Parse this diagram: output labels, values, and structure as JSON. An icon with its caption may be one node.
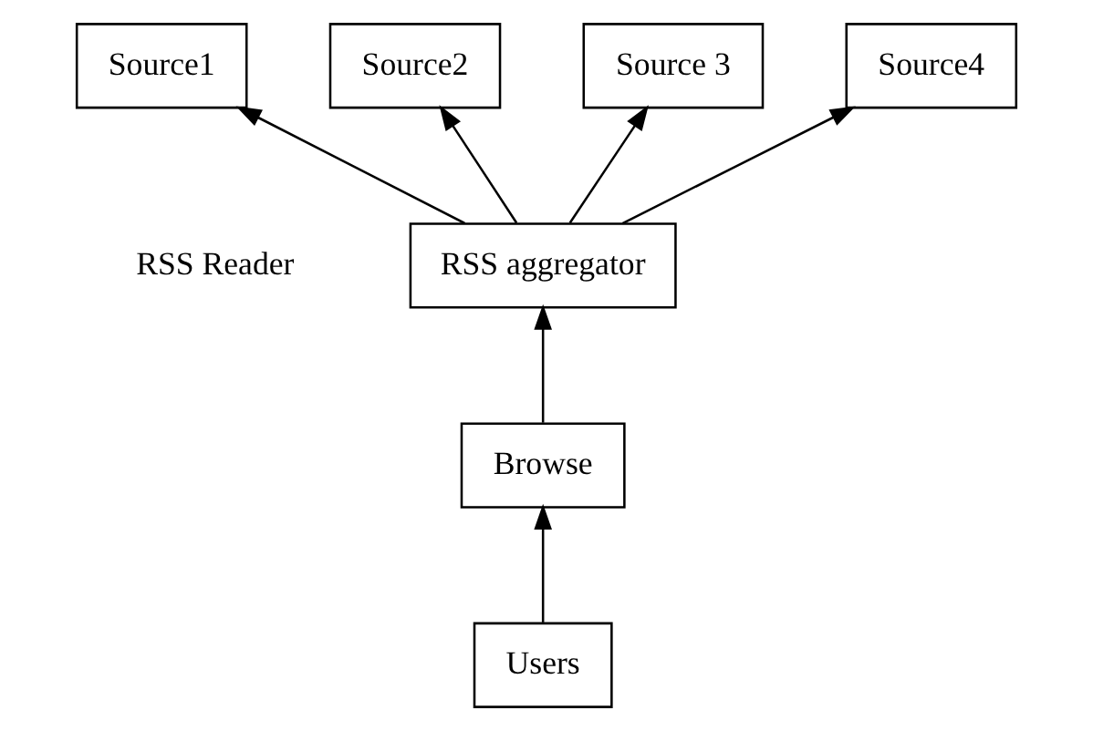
{
  "diagram": {
    "nodes": [
      {
        "text": [
          "Source1"
        ]
      },
      {
        "text": [
          "Source2"
        ]
      },
      {
        "text": [
          "Source 3"
        ]
      },
      {
        "text": [
          "Source4"
        ]
      },
      {
        "text": [
          "RSS aggregator"
        ]
      },
      {
        "text": [
          "Browse"
        ]
      },
      {
        "text": [
          "Users"
        ]
      }
    ],
    "edges": [
      {
        "from": 4,
        "to": 0,
        "arrow": "to"
      },
      {
        "from": 4,
        "to": 1,
        "arrow": "to"
      },
      {
        "from": 4,
        "to": 2,
        "arrow": "to"
      },
      {
        "from": 4,
        "to": 3,
        "arrow": "to"
      },
      {
        "from": 5,
        "to": 4,
        "arrow": "to"
      },
      {
        "from": 6,
        "to": 5,
        "arrow": "to"
      }
    ],
    "labels": [
      "RSS Reader"
    ]
  }
}
